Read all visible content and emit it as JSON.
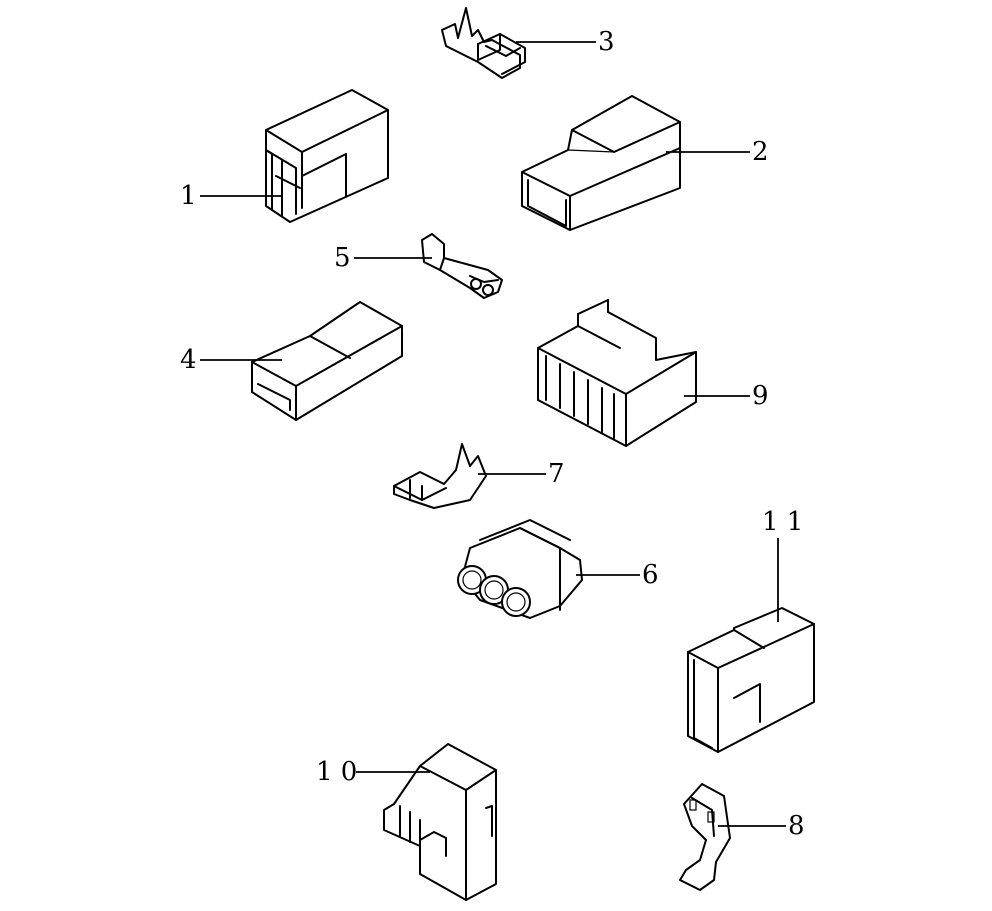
{
  "callouts": [
    {
      "id": "1",
      "text": "1"
    },
    {
      "id": "2",
      "text": "2"
    },
    {
      "id": "3",
      "text": "3"
    },
    {
      "id": "4",
      "text": "4"
    },
    {
      "id": "5",
      "text": "5"
    },
    {
      "id": "6",
      "text": "6"
    },
    {
      "id": "7",
      "text": "7"
    },
    {
      "id": "8",
      "text": "8"
    },
    {
      "id": "9",
      "text": "9"
    },
    {
      "id": "10",
      "text": "1 0"
    },
    {
      "id": "11",
      "text": "1 1"
    }
  ]
}
